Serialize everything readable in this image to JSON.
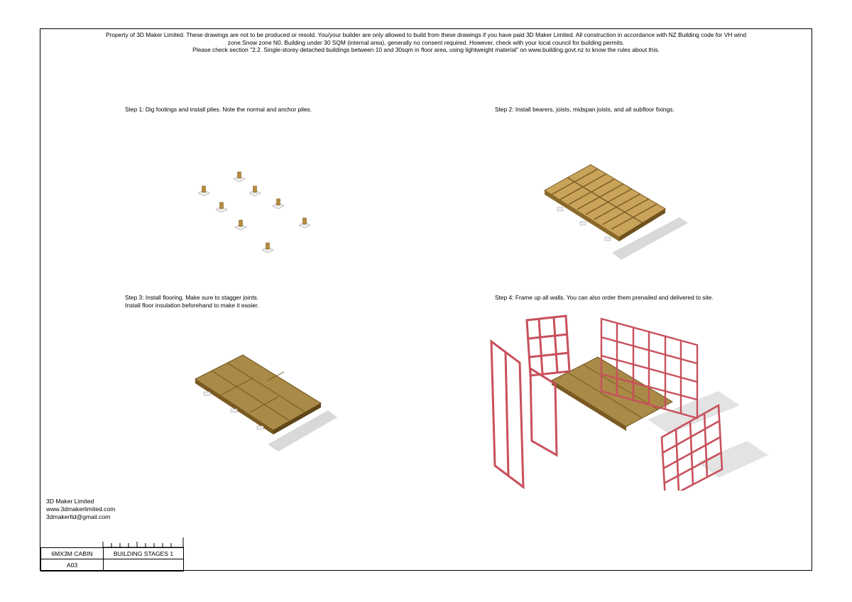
{
  "header": {
    "line1": "Property of 3D Maker Limited. These drawings are not to be produced or resold. You/your builder are only allowed to build from these drawings if you have paid 3D Maker Limited. All construction in accordance with NZ Building code for VH wind",
    "line2": "zone.Snow zone N0. Building under 30 SQM (internal area), generally no consent required. However, check with your local council for building permits.",
    "line3": "Please check section \"2.2. Single-storey detached buildings between 10 and 30sqm in floor area, using lightweight material\" on www.building.govt.nz to know the rules about this."
  },
  "steps": [
    {
      "line1": "Step 1: Dig footings and install piles. Note the normal and anchor piles.",
      "line2": ""
    },
    {
      "line1": "Step 2: Install bearers, joists, midspan joists, and all subfloor fixings.",
      "line2": ""
    },
    {
      "line1": "Step 3: Install flooring. Make sure to stagger joints.",
      "line2": "Install floor insulation beforehand to make it easier."
    },
    {
      "line1": "Step 4: Frame up all walls. You can also order them prenailed and delivered to site.",
      "line2": ""
    }
  ],
  "company": {
    "name": "3D Maker Limited",
    "website": "www.3dmakerlimited.com",
    "email": "3dmakerltd@gmail.com"
  },
  "title_block": {
    "project": "6MX3M CABIN",
    "sheet_title": "BUILDING STAGES 1",
    "sheet_number": "A03"
  },
  "colors": {
    "timber": "#b58b3c",
    "timber_dark": "#7a5a22",
    "floor": "#a98a46",
    "frame_red": "#c8505c",
    "shadow": "#d9d9d9"
  }
}
